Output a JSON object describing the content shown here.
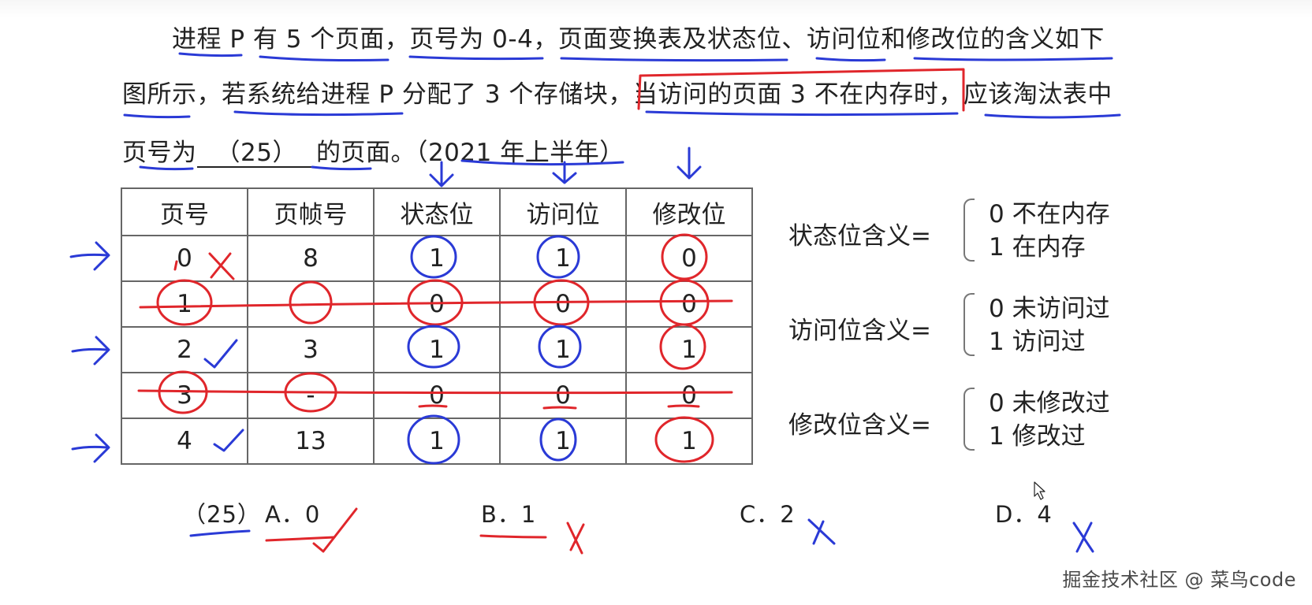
{
  "question": {
    "line1": "进程 P 有 5 个页面，页号为 0-4，页面变换表及状态位、访问位和修改位的含义如下",
    "line2": "图所示，若系统给进程 P 分配了 3 个存储块，当访问的页面 3 不在内存时，应该淘汰表中",
    "line3_before": "页号为",
    "blank": "（25）",
    "line3_after": "的页面。（2021 年上半年）"
  },
  "table": {
    "headers": [
      "页号",
      "页帧号",
      "状态位",
      "访问位",
      "修改位"
    ],
    "rows": [
      [
        "0",
        "8",
        "1",
        "1",
        "0"
      ],
      [
        "1",
        "",
        "0",
        "0",
        "0"
      ],
      [
        "2",
        "3",
        "1",
        "1",
        "1"
      ],
      [
        "3",
        "-",
        "0",
        "0",
        "0"
      ],
      [
        "4",
        "13",
        "1",
        "1",
        "1"
      ]
    ]
  },
  "legend": {
    "status": {
      "label": "状态位含义=",
      "opt1": "0 不在内存",
      "opt2": "1 在内存"
    },
    "access": {
      "label": "访问位含义=",
      "opt1": "0 未访问过",
      "opt2": "1 访问过"
    },
    "modify": {
      "label": "修改位含义=",
      "opt1": "0 未修改过",
      "opt2": "1 修改过"
    }
  },
  "options": {
    "number": "（25）",
    "a": "A．0",
    "b": "B．1",
    "c": "C．2",
    "d": "D．4"
  },
  "watermark": "掘金技术社区 @ 菜鸟code",
  "colors": {
    "annotation_blue": "#2a3ad6",
    "annotation_red": "#e0262b"
  }
}
